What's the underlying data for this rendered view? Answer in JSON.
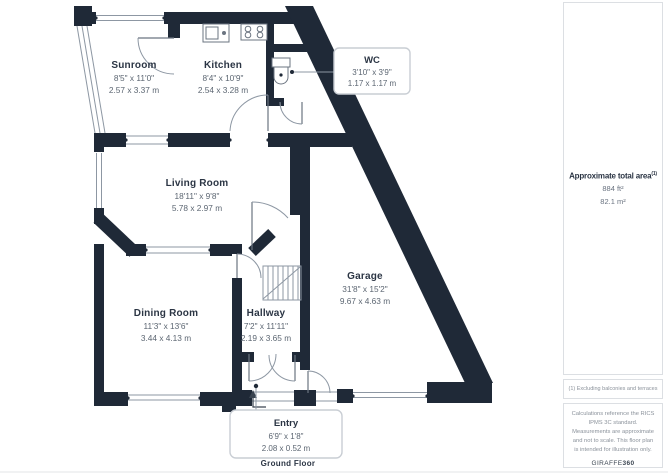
{
  "floorplan": {
    "level_label": "Ground Floor",
    "rooms": {
      "sunroom": {
        "name": "Sunroom",
        "dims_imperial": "8'5\" x 11'0\"",
        "dims_metric": "2.57 x 3.37 m"
      },
      "kitchen": {
        "name": "Kitchen",
        "dims_imperial": "8'4\" x 10'9\"",
        "dims_metric": "2.54 x 3.28 m"
      },
      "wc": {
        "name": "WC",
        "dims_imperial": "3'10\" x 3'9\"",
        "dims_metric": "1.17 x 1.17 m"
      },
      "living_room": {
        "name": "Living Room",
        "dims_imperial": "18'11\" x 9'8\"",
        "dims_metric": "5.78 x 2.97 m"
      },
      "garage": {
        "name": "Garage",
        "dims_imperial": "31'8\" x 15'2\"",
        "dims_metric": "9.67 x 4.63 m"
      },
      "dining_room": {
        "name": "Dining Room",
        "dims_imperial": "11'3\" x 13'6\"",
        "dims_metric": "3.44 x 4.13 m"
      },
      "hallway": {
        "name": "Hallway",
        "dims_imperial": "7'2\" x 11'11\"",
        "dims_metric": "2.19 x 3.65 m"
      },
      "entry": {
        "name": "Entry",
        "dims_imperial": "6'9\" x 1'8\"",
        "dims_metric": "2.08 x 0.52 m"
      }
    }
  },
  "sidebar": {
    "total_area": {
      "label": "Approximate total area",
      "superscript": "(1)",
      "value_imperial": "884 ft²",
      "value_metric": "82.1 m²"
    },
    "footnote": "(1) Excluding balconies and terraces",
    "disclaimer": "Calculations reference the RICS IPMS 3C standard. Measurements are approximate and not to scale. This floor plan is intended for illustration only.",
    "brand": {
      "name": "GIRAFFE",
      "suffix": "360"
    }
  },
  "colors": {
    "wall": "#1f2937",
    "room_text": "#2b3544",
    "dim_text": "#5c6672",
    "thin_line": "#8d97a3",
    "label_box_border": "#c9ced4",
    "note_text": "#8b929b"
  }
}
